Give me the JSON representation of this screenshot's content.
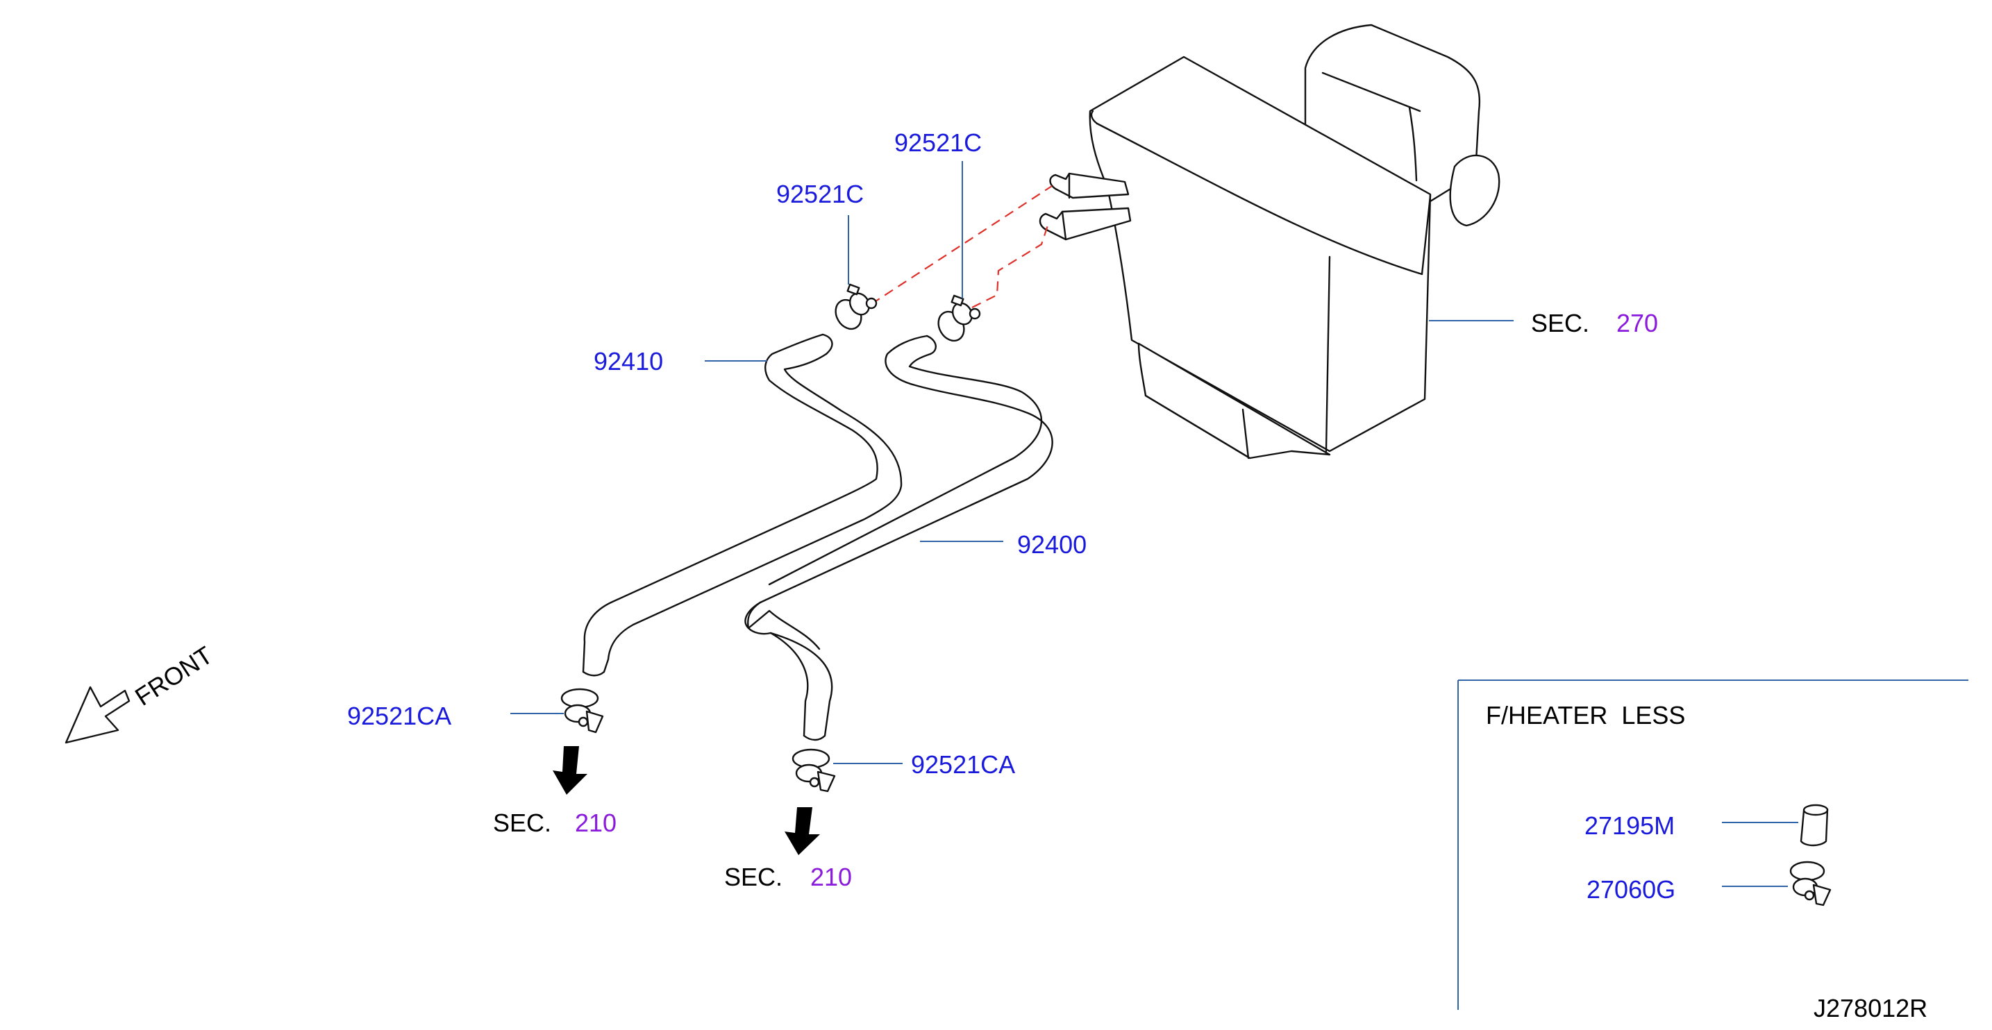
{
  "parts": {
    "clamp_c_left": "92521C",
    "clamp_c_right": "92521C",
    "hose_92410": "92410",
    "hose_92400": "92400",
    "clamp_ca_left": "92521CA",
    "clamp_ca_right": "92521CA"
  },
  "sections": {
    "heater_unit": {
      "prefix": "SEC.",
      "number": "270"
    },
    "engine_left": {
      "prefix": "SEC.",
      "number": "210"
    },
    "engine_right": {
      "prefix": "SEC.",
      "number": "210"
    }
  },
  "front_label": "FRONT",
  "inset": {
    "title": "F/HEATER  LESS",
    "cap_part": "27195M",
    "clamp_part": "27060G"
  },
  "drawing_id": "J278012R",
  "colors": {
    "part_number": "#1a1adc",
    "section_number": "#8a1adc",
    "leader": "#2f64a8",
    "dashed_link": "#e0302a"
  }
}
